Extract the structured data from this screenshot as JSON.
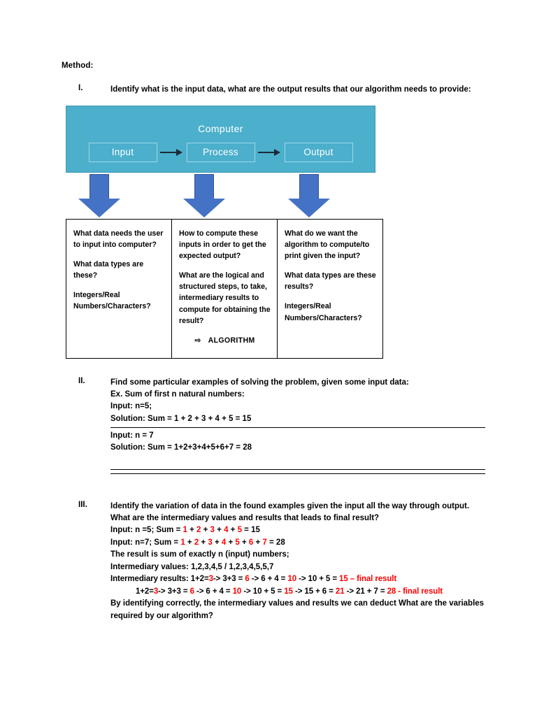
{
  "document": {
    "title": "Method:"
  },
  "sections": [
    {
      "numeral": "I.",
      "lead": "Identify what is the input data, what are the output results that our algorithm needs to provide:"
    },
    {
      "numeral": "II.",
      "lead": "Find some particular examples of solving the problem, given some input data:",
      "lines": [
        "Ex. Sum of first n natural numbers:",
        "Input: n=5;",
        "Solution: Sum = 1 + 2 + 3 + 4 + 5 = 15"
      ],
      "lines_after_rule": [
        "Input: n = 7",
        "Solution: Sum = 1+2+3+4+5+6+7 = 28"
      ]
    },
    {
      "numeral": "III.",
      "lead": "Identify the variation of data in the found examples given the input all the way through output. What are the intermediary values and results that leads to final result?",
      "example_1": {
        "prefix": "Input: n =5; Sum = ",
        "terms": [
          "1",
          "2",
          "3",
          "4",
          "5"
        ],
        "suffix": " = 15"
      },
      "example_2": {
        "prefix": "Input: n=7; Sum = ",
        "terms": [
          "1",
          "2",
          "3",
          "4",
          "5",
          "6",
          "7"
        ],
        "suffix": " = 28"
      },
      "note_result": "The result is sum of exactly n (input) numbers;",
      "intermediary_values_label": "Intermediary values: ",
      "intermediary_values": "1,2,3,4,5 / 1,2,3,4,5,5,7",
      "intermediary_results_label": "Intermediary results: ",
      "steps_1": {
        "s1_black": "1+2=",
        "s1_red": "3",
        "s2_black": "-> 3+3 = ",
        "s2_red": "6",
        "s3_black": " -> 6 + 4 = ",
        "s3_red": "10",
        "s4_black": " -> 10 + 5 = ",
        "s4_red": "15 – final result"
      },
      "steps_2": {
        "s1_black": "1+2=",
        "s1_red": "3",
        "s2_black": "-> 3+3 = ",
        "s2_red": "6",
        "s3_black": " -> 6 + 4 = ",
        "s3_red": "10",
        "s4_black": " -> 10 + 5 = ",
        "s4_red": "15",
        "s5_black": " -> 15 + 6 = ",
        "s5_red": "21",
        "s6_black": " -> 21 + 7 = ",
        "s6_red": "28  - final result"
      },
      "closing": "By identifying correctly, the intermediary values and results we can deduct What are the variables required by our algorithm?"
    }
  ],
  "diagram": {
    "computer_label": "Computer",
    "input_label": "Input",
    "process_label": "Process",
    "output_label": "Output",
    "colors": {
      "computer_fill": "#4CAFCC",
      "arrow_blue": "#4472C4",
      "box_border": "#9FD9E8",
      "connector": "#1B2A3A"
    }
  },
  "question_boxes": [
    {
      "p1": "What data needs the user to input into computer?",
      "p2": "What data types are these?",
      "p3": "Integers/Real Numbers/Characters?"
    },
    {
      "p1": "How to compute these inputs in order to get the expected output?",
      "p2": "What are the logical and structured steps, to take, intermediary results to compute for obtaining the result?",
      "arrow_glyph": "⇨",
      "p3": "ALGORITHM"
    },
    {
      "p1": "What do we want the algorithm to compute/to print given the input?",
      "p2": "What data types are these results?",
      "p3": "Integers/Real Numbers/Characters?"
    }
  ]
}
